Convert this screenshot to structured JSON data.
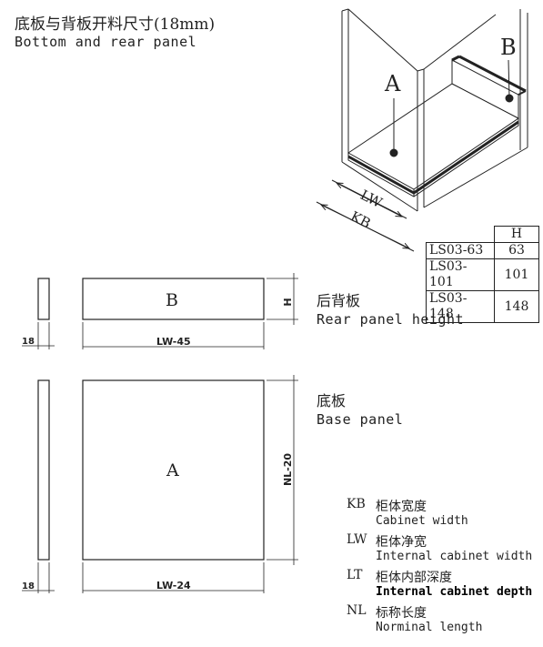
{
  "header": {
    "title_cn": "底板与背板开料尺寸(18mm)",
    "title_en": "Bottom and rear panel"
  },
  "iso": {
    "label_a": "A",
    "label_b": "B",
    "dim_lw": "LW",
    "dim_kb": "KB"
  },
  "height_table": {
    "header": "H",
    "rows": [
      {
        "name": "LS03-63",
        "value": "63"
      },
      {
        "name": "LS03-101",
        "value": "101"
      },
      {
        "name": "LS03-148",
        "value": "148"
      }
    ]
  },
  "rear_panel": {
    "label": "B",
    "thickness": "18",
    "width_dim": "LW-45",
    "height_dim": "H",
    "title_cn": "后背板",
    "title_en": "Rear panel height"
  },
  "base_panel": {
    "label": "A",
    "thickness": "18",
    "width_dim": "LW-24",
    "depth_dim": "NL-20",
    "title_cn": "底板",
    "title_en": "Base panel"
  },
  "legend": [
    {
      "key": "KB",
      "cn": "柜体宽度",
      "en": "Cabinet width",
      "bold": false
    },
    {
      "key": "LW",
      "cn": "柜体净宽",
      "en": "Internal cabinet width",
      "bold": false
    },
    {
      "key": "LT",
      "cn": "柜体内部深度",
      "en": "Internal cabinet depth",
      "bold": true
    },
    {
      "key": "NL",
      "cn": "标称长度",
      "en": "Norminal length",
      "bold": false
    }
  ]
}
